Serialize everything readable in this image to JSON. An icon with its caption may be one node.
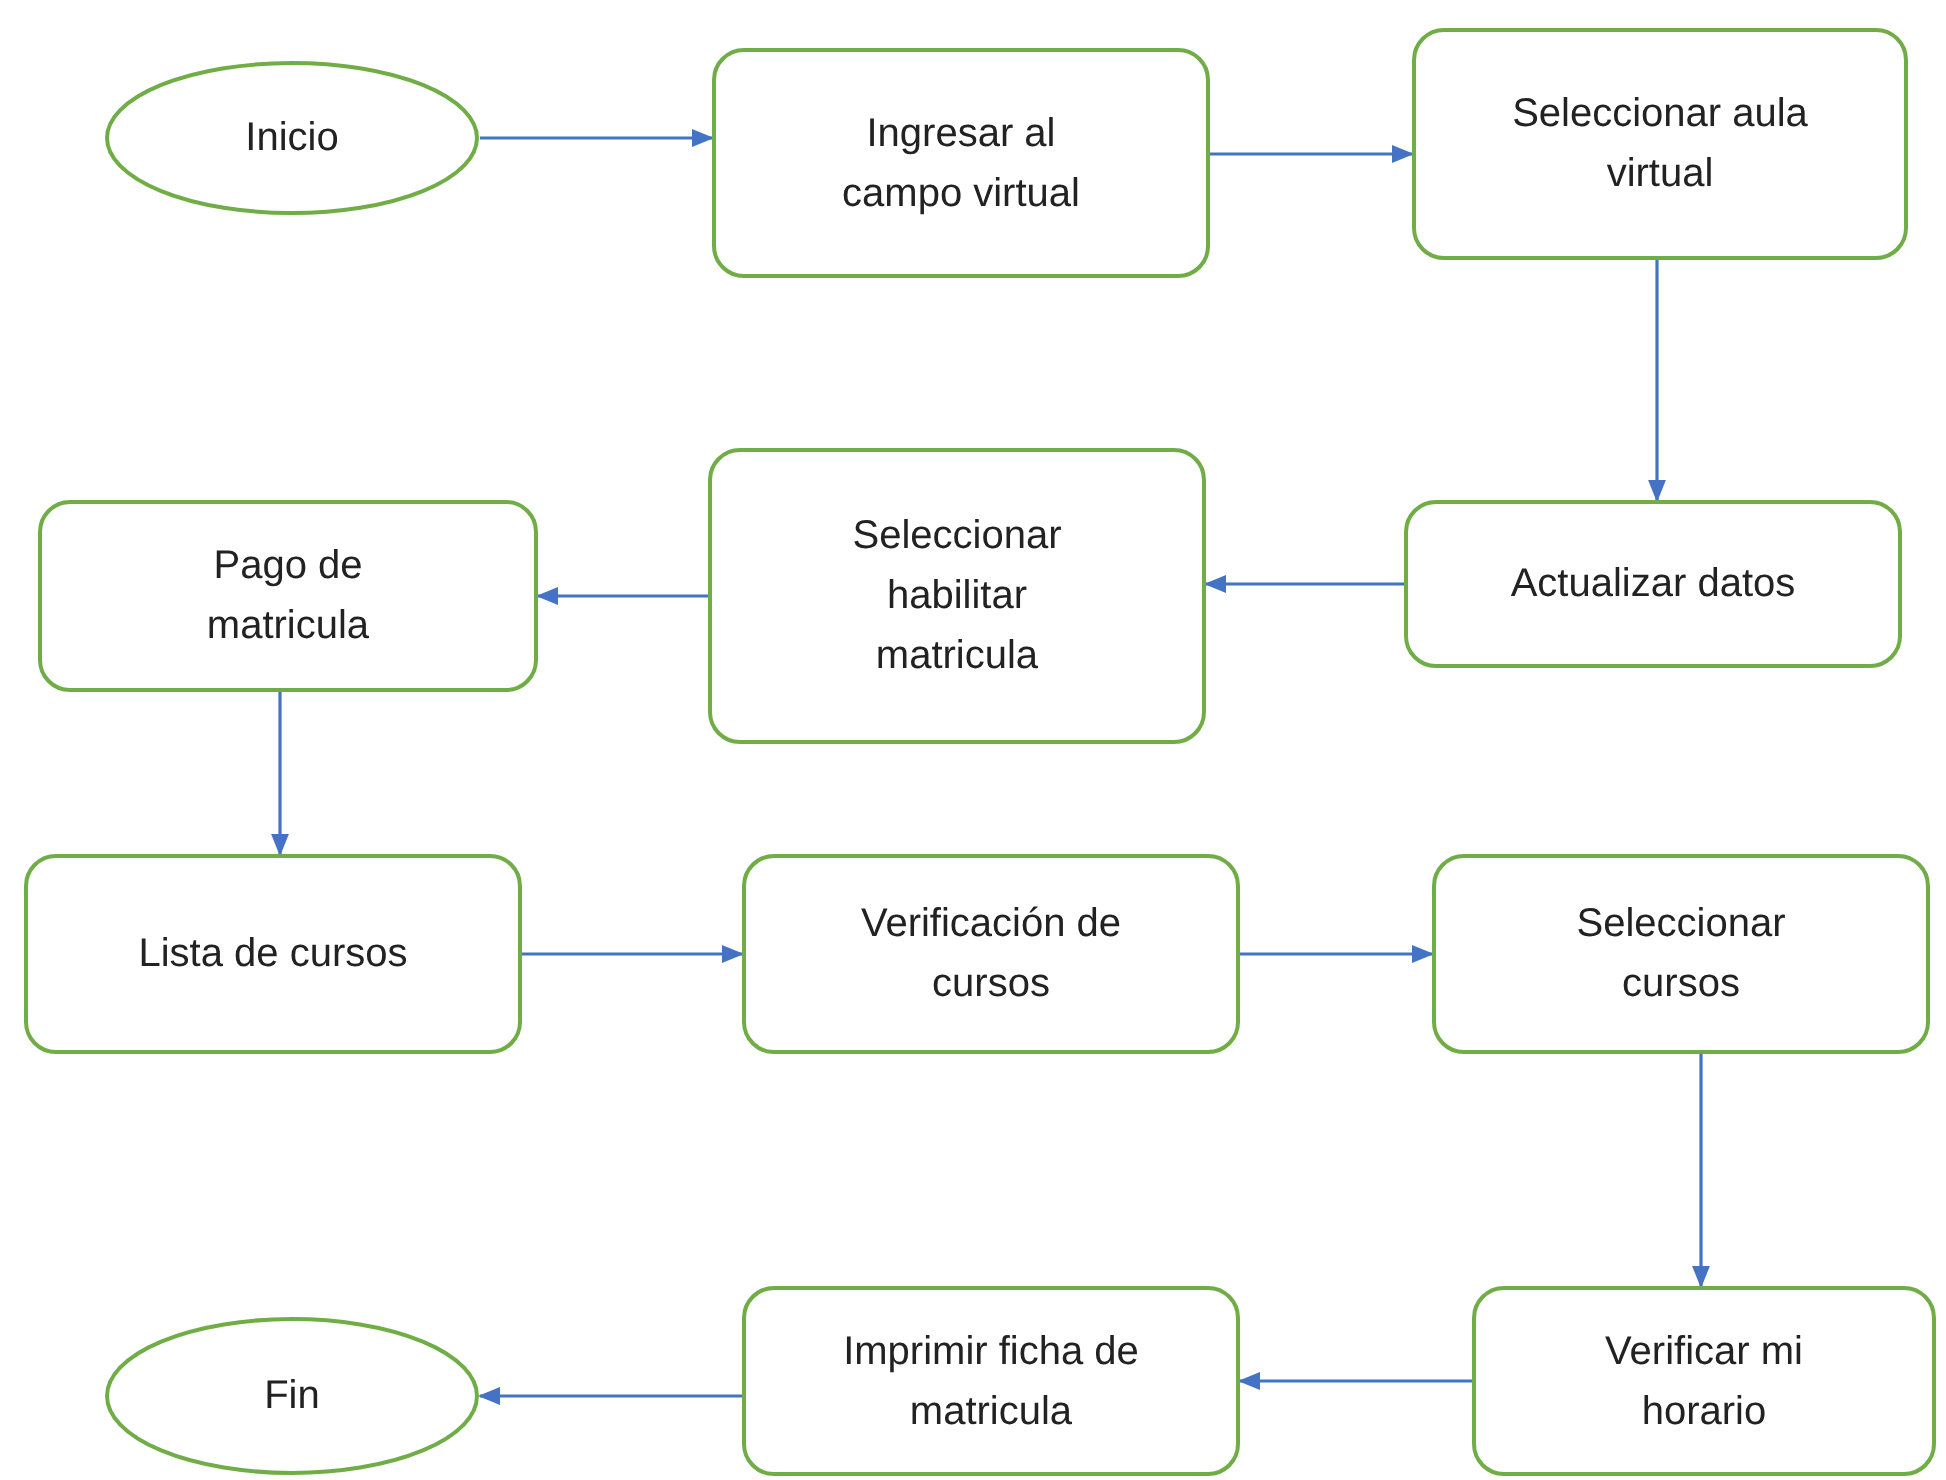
{
  "diagram": {
    "nodes": [
      {
        "text": [
          "Inicio"
        ]
      },
      {
        "text": [
          "Ingresar al campo virtual"
        ]
      },
      {
        "text": [
          "Seleccionar aula virtual"
        ]
      },
      {
        "text": [
          "Actualizar datos"
        ]
      },
      {
        "text": [
          "Seleccionar habilitar matricula"
        ]
      },
      {
        "text": [
          "Pago de matricula"
        ]
      },
      {
        "text": [
          "Lista de cursos"
        ]
      },
      {
        "text": [
          "Verificación de cursos"
        ]
      },
      {
        "text": [
          "Seleccionar cursos"
        ]
      },
      {
        "text": [
          "Verificar mi horario"
        ]
      },
      {
        "text": [
          "Imprimir ficha de matricula"
        ]
      },
      {
        "text": [
          "Fin"
        ]
      }
    ],
    "edges": [
      {
        "from": 0,
        "to": 1,
        "arrow": "to"
      },
      {
        "from": 1,
        "to": 2,
        "arrow": "to"
      },
      {
        "from": 2,
        "to": 3,
        "arrow": "to"
      },
      {
        "from": 3,
        "to": 4,
        "arrow": "to"
      },
      {
        "from": 4,
        "to": 5,
        "arrow": "to"
      },
      {
        "from": 5,
        "to": 6,
        "arrow": "to"
      },
      {
        "from": 6,
        "to": 7,
        "arrow": "to"
      },
      {
        "from": 7,
        "to": 8,
        "arrow": "to"
      },
      {
        "from": 8,
        "to": 9,
        "arrow": "to"
      },
      {
        "from": 9,
        "to": 10,
        "arrow": "to"
      },
      {
        "from": 10,
        "to": 11,
        "arrow": "to"
      }
    ]
  }
}
